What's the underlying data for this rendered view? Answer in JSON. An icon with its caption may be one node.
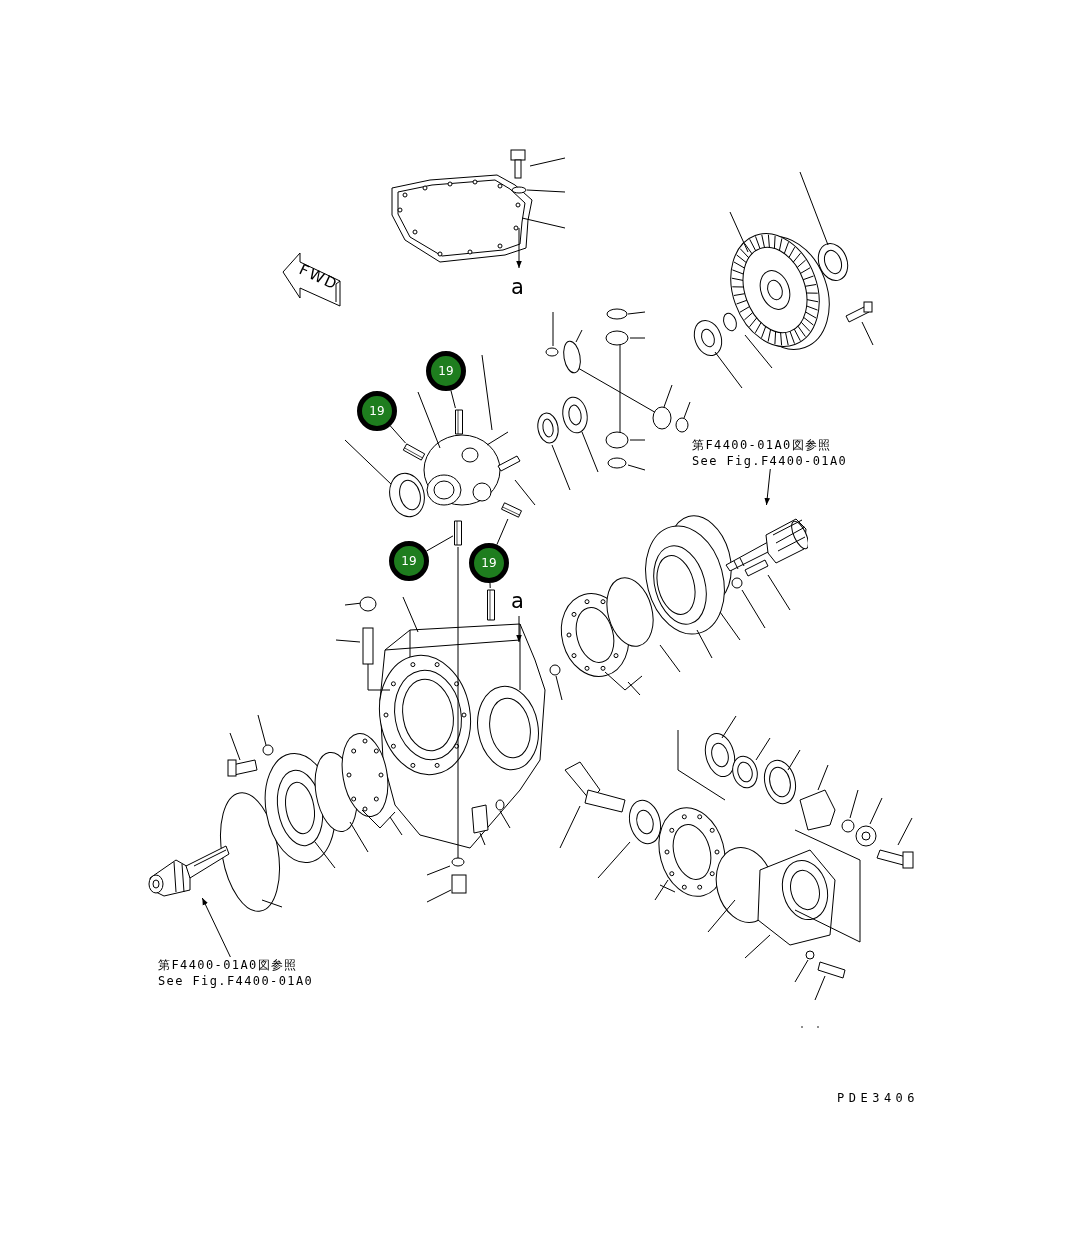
{
  "diagram": {
    "nodes": [
      {
        "text": [
          "19"
        ]
      },
      {
        "text": [
          "19"
        ]
      },
      {
        "text": [
          "19"
        ]
      },
      {
        "text": [
          "19"
        ]
      },
      {
        "text": [],
        "shape": "cylinder"
      },
      {
        "text": [],
        "shape": "cylinder"
      },
      {
        "text": [],
        "shape": "cylinder"
      },
      {
        "text": [],
        "shape": "cylinder"
      },
      {
        "text": [],
        "shape": "cylinder"
      },
      {
        "text": [
          "第F4400-01A0図参照",
          "See Fig.F4400-01A0"
        ]
      },
      {
        "text": [],
        "shape": "picture"
      },
      {
        "text": [
          "第F4400-01A0図参照",
          "See Fig.F4400-01A0"
        ]
      },
      {
        "text": [],
        "shape": "picture"
      }
    ],
    "edges": [
      {
        "from": 0,
        "to": 4,
        "arrow": "none"
      },
      {
        "from": 1,
        "to": 5,
        "arrow": "none"
      },
      {
        "from": 2,
        "to": 6,
        "arrow": "none"
      },
      {
        "from": 3,
        "to": 7,
        "arrow": "none"
      },
      {
        "from": 3,
        "to": 8,
        "arrow": "none"
      },
      {
        "from": 9,
        "to": 10,
        "arrow": "to"
      },
      {
        "from": 11,
        "to": 12,
        "arrow": "to"
      }
    ],
    "labels": [
      "FWD",
      "a",
      "a",
      "PDE3406"
    ]
  }
}
